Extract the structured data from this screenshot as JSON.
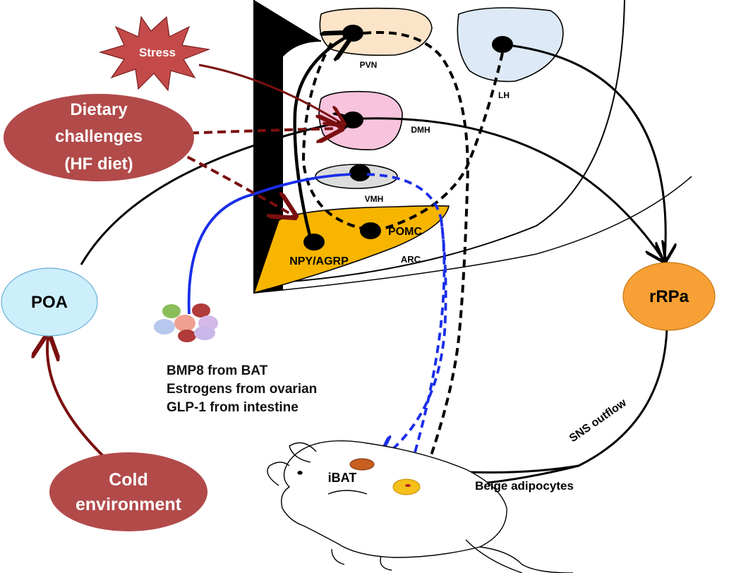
{
  "nodes": {
    "stress": "Stress",
    "dietary": [
      "Dietary",
      "challenges",
      "(HF diet)"
    ],
    "poa": "POA",
    "cold": [
      "Cold",
      "environment"
    ],
    "rrpa": "rRPa",
    "pvn": "PVN",
    "dmh": "DMH",
    "vmh": "VMH",
    "lh": "LH",
    "arc": "ARC",
    "pomc": "POMC",
    "npy": "NPY/AGRP",
    "ibat": "iBAT",
    "beige": "Beige adipocytes",
    "sns": "SNS outflow"
  },
  "signals": [
    "BMP8 from BAT",
    "Estrogens from ovarian",
    "GLP-1 from intestine"
  ],
  "colors": {
    "dark_red": "#b24a4a",
    "arrow_red": "#7a0f0f",
    "stress_fill": "#c44a4a",
    "arc_fill": "#f7b500",
    "pvn_fill": "#fbe4c8",
    "dmh_fill": "#f8c3dc",
    "lh_fill": "#dde9f6",
    "vmh_fill": "#dcdcdc",
    "poa_fill": "#cdeefb",
    "rrpa_fill": "#f7a035",
    "blue_path": "#1a2ee8"
  }
}
